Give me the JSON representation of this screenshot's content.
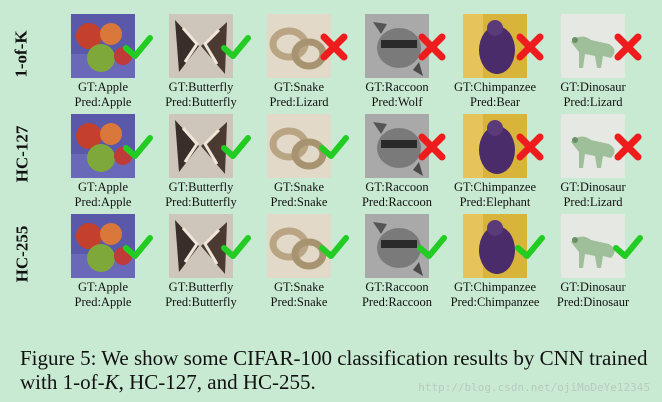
{
  "rows": [
    {
      "label": "1-of-K",
      "cells": [
        {
          "gt": "GT:Apple",
          "pred": "Pred:Apple",
          "result": "correct"
        },
        {
          "gt": "GT:Butterfly",
          "pred": "Pred:Butterfly",
          "result": "correct"
        },
        {
          "gt": "GT:Snake",
          "pred": "Pred:Lizard",
          "result": "wrong"
        },
        {
          "gt": "GT:Raccoon",
          "pred": "Pred:Wolf",
          "result": "wrong"
        },
        {
          "gt": "GT:Chimpanzee",
          "pred": "Pred:Bear",
          "result": "wrong"
        },
        {
          "gt": "GT:Dinosaur",
          "pred": "Pred:Lizard",
          "result": "wrong"
        }
      ]
    },
    {
      "label": "HC-127",
      "cells": [
        {
          "gt": "GT:Apple",
          "pred": "Pred:Apple",
          "result": "correct"
        },
        {
          "gt": "GT:Butterfly",
          "pred": "Pred:Butterfly",
          "result": "correct"
        },
        {
          "gt": "GT:Snake",
          "pred": "Pred:Snake",
          "result": "correct"
        },
        {
          "gt": "GT:Raccoon",
          "pred": "Pred:Raccoon",
          "result": "wrong"
        },
        {
          "gt": "GT:Chimpanzee",
          "pred": "Pred:Elephant",
          "result": "wrong"
        },
        {
          "gt": "GT:Dinosaur",
          "pred": "Pred:Lizard",
          "result": "wrong"
        }
      ]
    },
    {
      "label": "HC-255",
      "cells": [
        {
          "gt": "GT:Apple",
          "pred": "Pred:Apple",
          "result": "correct"
        },
        {
          "gt": "GT:Butterfly",
          "pred": "Pred:Butterfly",
          "result": "correct"
        },
        {
          "gt": "GT:Snake",
          "pred": "Pred:Snake",
          "result": "correct"
        },
        {
          "gt": "GT:Raccoon",
          "pred": "Pred:Raccoon",
          "result": "correct"
        },
        {
          "gt": "GT:Chimpanzee",
          "pred": "Pred:Chimpanzee",
          "result": "correct"
        },
        {
          "gt": "GT:Dinosaur",
          "pred": "Pred:Dinosaur",
          "result": "correct"
        }
      ]
    }
  ],
  "caption": {
    "prefix": "Figure 5: We show some CIFAR-100 classification results by CNN trained with 1-of-",
    "k": "K",
    "suffix": ", HC-127, and HC-255."
  },
  "watermark": "http://blog.csdn.net/ojiMoDeYe12345",
  "colors": {
    "correct": "#22cc22",
    "wrong": "#ee1c1c",
    "background": "#c9ead2"
  }
}
